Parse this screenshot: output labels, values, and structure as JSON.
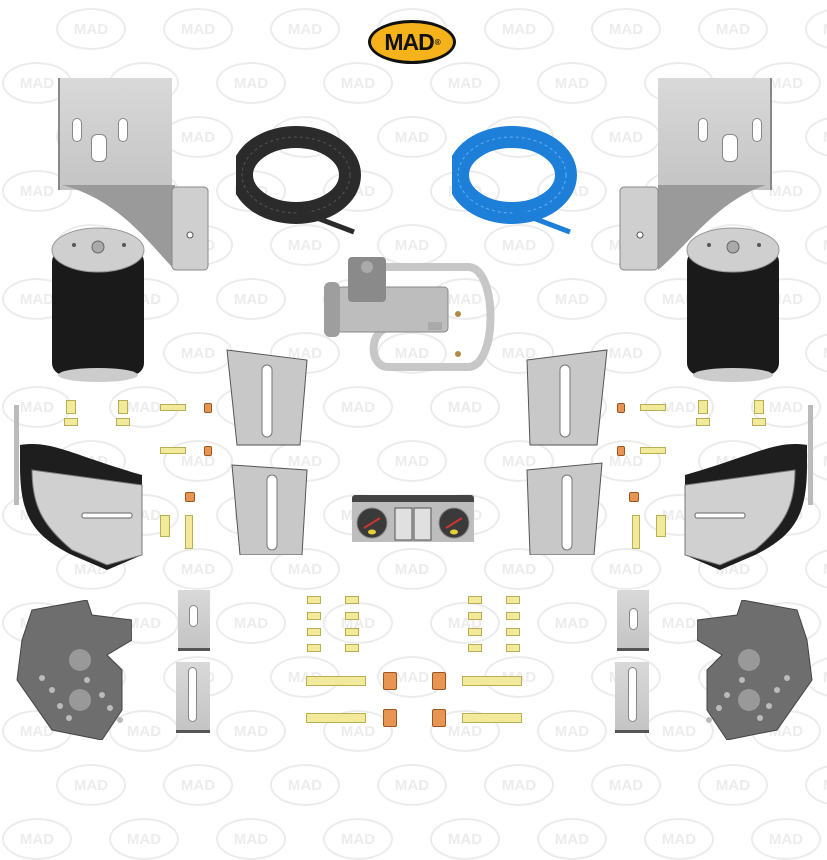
{
  "brand": {
    "logo_text": "MAD",
    "registered_mark": "®",
    "logo_color": "#f5b21a",
    "watermark_text": "MAD"
  },
  "parts": {
    "air_springs": {
      "count": 2,
      "color": "#1a1a1a"
    },
    "upper_brackets": {
      "count": 2
    },
    "air_lines": [
      {
        "name": "black-air-line",
        "color": "#2b2b2b"
      },
      {
        "name": "blue-air-line",
        "color": "#1e7fd8"
      }
    ],
    "compressor": {
      "count": 1
    },
    "gauge_panel": {
      "gauges": 2,
      "switches": 2
    },
    "angled_shims": {
      "count": 4
    },
    "lower_brackets": {
      "count": 2
    },
    "mounting_blocks": {
      "count": 2
    },
    "flat_shims": {
      "count": 4
    },
    "long_bolts": {
      "count": 4
    },
    "countersunk_screws": {
      "count": 16
    }
  }
}
